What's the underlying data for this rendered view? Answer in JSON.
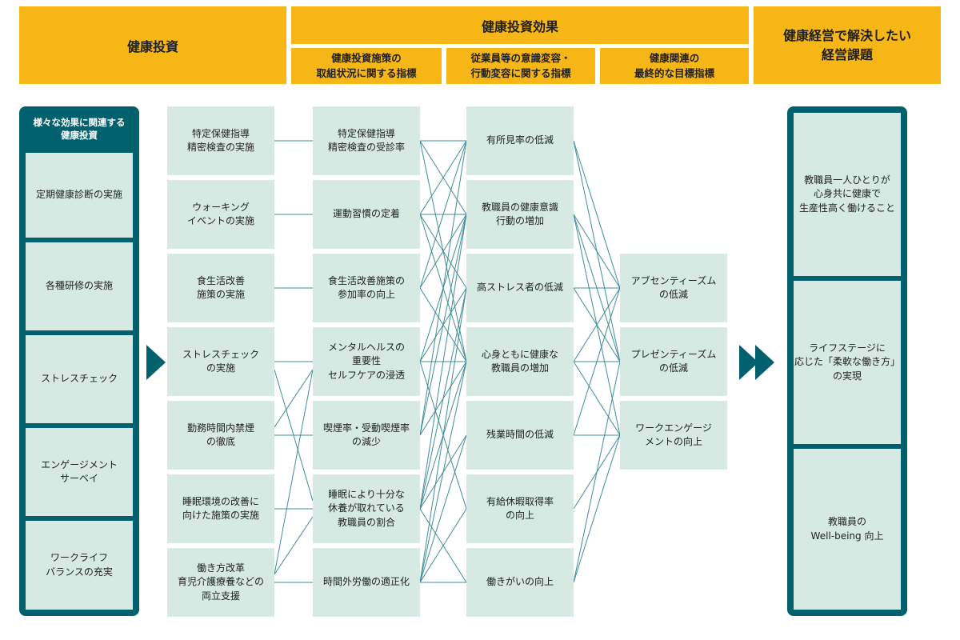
{
  "headers": {
    "investment": "健康投資",
    "effects": "健康投資効果",
    "effects_sub": [
      "健康投資施策の\n取組状況に関する指標",
      "従業員等の意識変容・\n行動変容に関する指標",
      "健康関連の\n最終的な目標指標"
    ],
    "issues": "健康経営で解決したい\n経営課題"
  },
  "left_panel": {
    "title": "様々な効果に関連する\n健康投資",
    "items": [
      "定期健康診断の実施",
      "各種研修の実施",
      "ストレスチェック",
      "エンゲージメント\nサーベイ",
      "ワークライフ\nバランスの充実"
    ]
  },
  "measures": [
    "特定保健指導\n精密検査の実施",
    "ウォーキング\nイベントの実施",
    "食生活改善\n施策の実施",
    "ストレスチェック\nの実施",
    "勤務時間内禁煙\nの徹底",
    "睡眠環境の改善に\n向けた施策の実施",
    "働き方改革\n育児介護療養などの\n両立支援"
  ],
  "status_indicators": [
    "特定保健指導\n精密検査の受診率",
    "運動習慣の定着",
    "食生活改善施策の\n参加率の向上",
    "メンタルヘルスの\n重要性\nセルフケアの浸透",
    "喫煙率・受動喫煙率\nの減少",
    "睡眠により十分な\n休養が取れている\n教職員の割合",
    "時間外労働の適正化"
  ],
  "behavior_indicators": [
    "有所見率の低減",
    "教職員の健康意識\n行動の増加",
    "高ストレス者の低減",
    "心身ともに健康な\n教職員の増加",
    "残業時間の低減",
    "有給休暇取得率\nの向上",
    "働きがいの向上"
  ],
  "final_indicators": [
    "アブセンティーズム\nの低減",
    "プレゼンティーズム\nの低減",
    "ワークエンゲージ\nメントの向上"
  ],
  "issues": [
    "教職員一人ひとりが\n心身共に健康で\n生産性高く働けること",
    "ライフステージに\n応じた「柔軟な働き方」\nの実現",
    "教職員の\nWell-being 向上"
  ],
  "colors": {
    "header": "#f6b616",
    "cell": "#d6e9e3",
    "frame": "#00606e",
    "line": "#3f8d96"
  },
  "icons": {
    "single_arrow": "triangle-arrow-icon",
    "double_arrow": "double-triangle-arrow-icon"
  }
}
